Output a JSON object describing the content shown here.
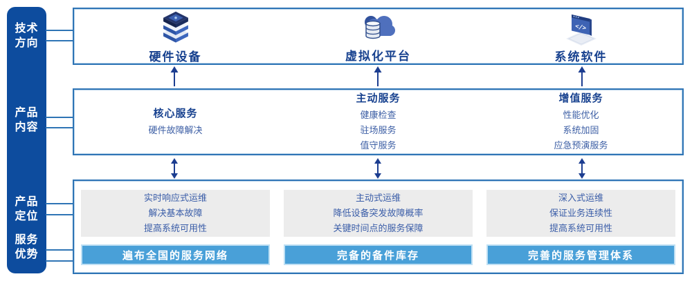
{
  "colors": {
    "sidebar_blue": "#0d4c9e",
    "box_border_blue": "#2e74b5",
    "title_blue": "#17418f",
    "item_blue": "#3d5fa5",
    "card_gray": "#ececec",
    "bar_blue": "#49a0d8",
    "arrow_navy": "#1c3d90"
  },
  "sidebar": {
    "labels": [
      {
        "line1": "技术",
        "line2": "方向"
      },
      {
        "line1": "产品",
        "line2": "内容"
      },
      {
        "line1": "产品",
        "line2": "定位"
      },
      {
        "line1": "服务",
        "line2": "优势"
      }
    ]
  },
  "tech_direction": {
    "items": [
      {
        "icon": "server-stack-icon",
        "label": "硬件设备"
      },
      {
        "icon": "cloud-database-icon",
        "label": "虚拟化平台"
      },
      {
        "icon": "software-window-icon",
        "label": "系统软件"
      }
    ]
  },
  "product_content": {
    "columns": [
      {
        "title": "核心服务",
        "items": [
          "硬件故障解决",
          "",
          ""
        ]
      },
      {
        "title": "主动服务",
        "items": [
          "健康检查",
          "驻场服务",
          "值守服务"
        ]
      },
      {
        "title": "增值服务",
        "items": [
          "性能优化",
          "系统加固",
          "应急预演服务"
        ]
      }
    ]
  },
  "product_position": {
    "columns": [
      {
        "lines": [
          "实时响应式运维",
          "解决基本故障",
          "提高系统可用性"
        ],
        "bar": "遍布全国的服务网络"
      },
      {
        "lines": [
          "主动式运维",
          "降低设备突发故障概率",
          "关键时间点的服务保障"
        ],
        "bar": "完备的备件库存"
      },
      {
        "lines": [
          "深入式运维",
          "保证业务连续性",
          "提高系统可用性"
        ],
        "bar": "完善的服务管理体系"
      }
    ]
  }
}
